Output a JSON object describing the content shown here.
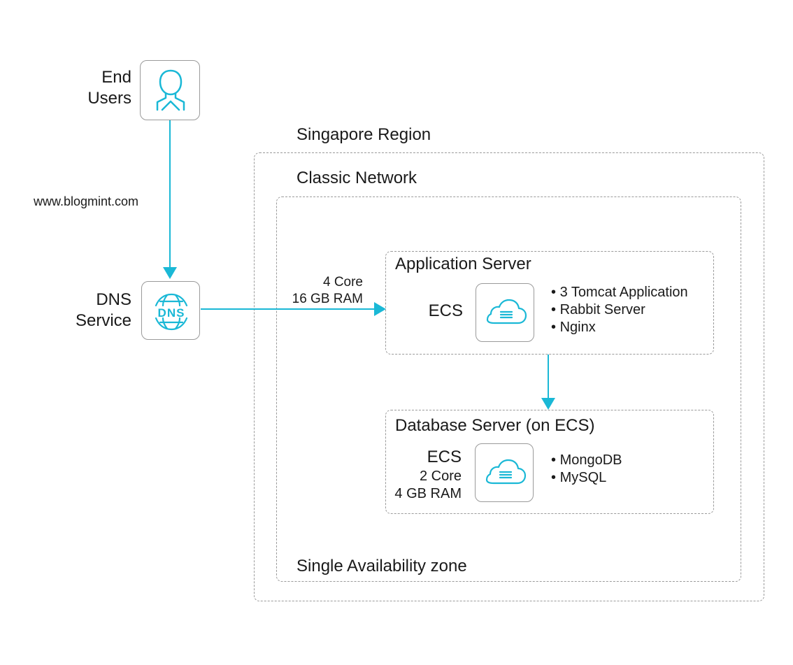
{
  "end_users": {
    "line1": "End",
    "line2": "Users",
    "icon": "user-icon"
  },
  "dns_service": {
    "line1": "DNS",
    "line2": "Service",
    "icon": "dns-globe-icon",
    "icon_text": "DNS"
  },
  "edge_label": "www.blogmint.com",
  "connection_spec": {
    "line1": "4 Core",
    "line2": "16 GB RAM"
  },
  "region": {
    "label": "Singapore Region"
  },
  "network": {
    "label": "Classic Network"
  },
  "zone": {
    "label": "Single Availability zone"
  },
  "app_server": {
    "title": "Application Server",
    "ecs_label": "ECS",
    "icon": "cloud-server-icon",
    "items": [
      "3 Tomcat Application",
      "Rabbit Server",
      "Nginx"
    ]
  },
  "db_server": {
    "title": "Database Server (on ECS)",
    "ecs_label": "ECS",
    "spec_line1": "2 Core",
    "spec_line2": "4 GB RAM",
    "icon": "cloud-server-icon",
    "items": [
      "MongoDB",
      "MySQL"
    ]
  },
  "colors": {
    "accent": "#1ab8d6",
    "border": "#9a9a9a",
    "text": "#1a1a1a"
  }
}
